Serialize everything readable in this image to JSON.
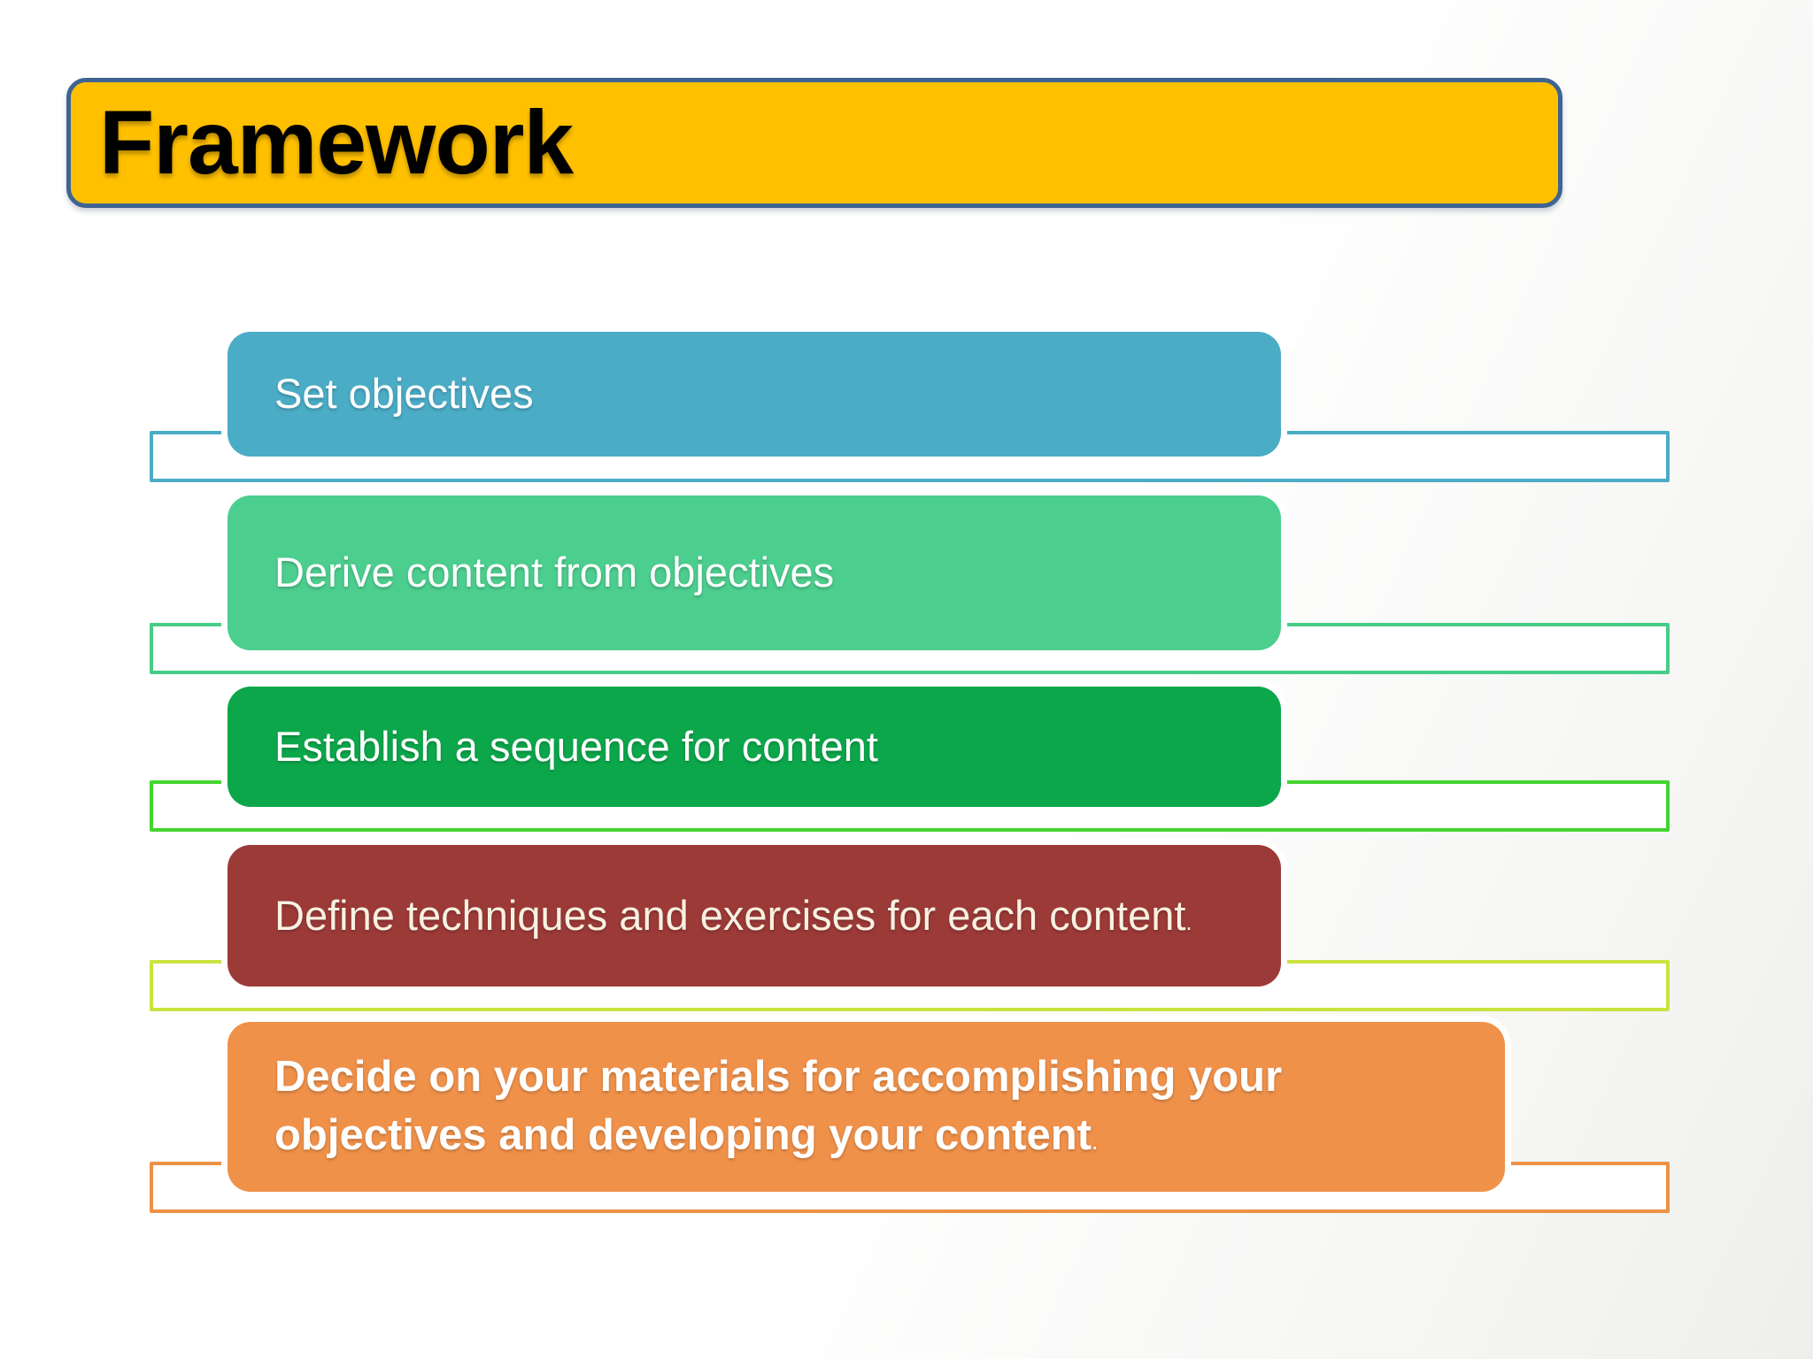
{
  "slide": {
    "title": "Framework",
    "title_bar": {
      "fill": "#FFC000",
      "border_color": "#3F6492",
      "text_color": "#000000"
    }
  },
  "steps": [
    {
      "label": "Set objectives",
      "period": "",
      "box_color": "#4BACC6",
      "outline_color": "#4BACC6",
      "text_color": "#FFFFFF"
    },
    {
      "label": "Derive content from objectives",
      "period": "",
      "box_color": "#4CCE8E",
      "outline_color": "#47CC86",
      "text_color": "#FFFFFF"
    },
    {
      "label": "Establish a sequence for content",
      "period": "",
      "box_color": "#0CA74B",
      "outline_color": "#44D42F",
      "text_color": "#FFFFFF"
    },
    {
      "label": "Define techniques and exercises for each content",
      "period": ".",
      "box_color": "#9C3A38",
      "outline_color": "#CBE23F",
      "text_color": "#F7F1E1"
    },
    {
      "label": "Decide on your materials for accomplishing your objectives and developing your content",
      "period": ".",
      "box_color": "#F0914A",
      "outline_color": "#ED9245",
      "text_color": "#FFFFFF"
    }
  ]
}
